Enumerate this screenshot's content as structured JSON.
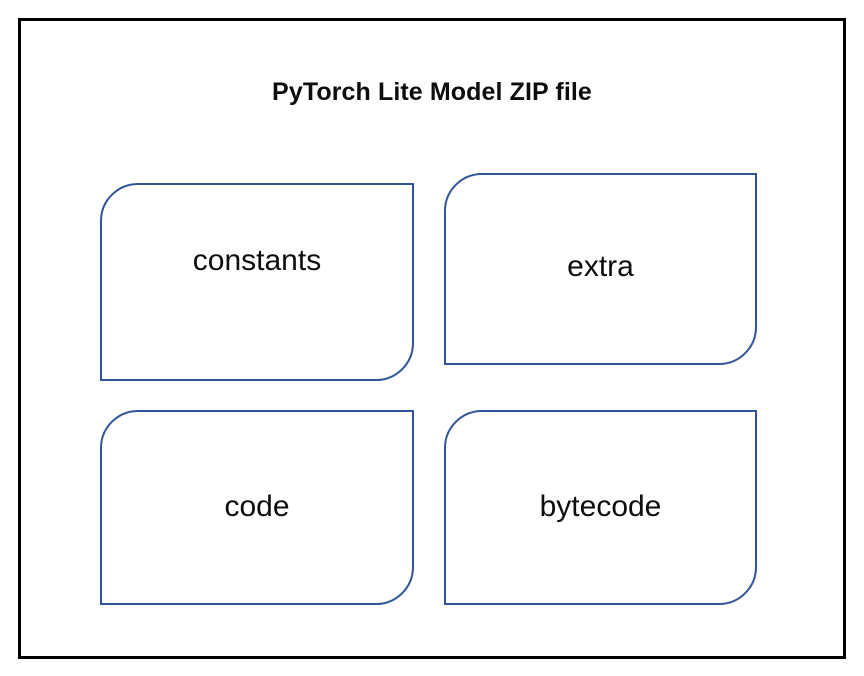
{
  "diagram": {
    "title": "PyTorch Lite Model ZIP file",
    "frame_color": "#000000",
    "box_border_color": "#2F5597",
    "background_color": "#ffffff",
    "text_color": "#0d0d0d",
    "sections": [
      {
        "label": "constants",
        "row": 1,
        "column": 1
      },
      {
        "label": "extra",
        "row": 1,
        "column": 2
      },
      {
        "label": "code",
        "row": 2,
        "column": 1
      },
      {
        "label": "bytecode",
        "row": 2,
        "column": 2
      }
    ]
  }
}
